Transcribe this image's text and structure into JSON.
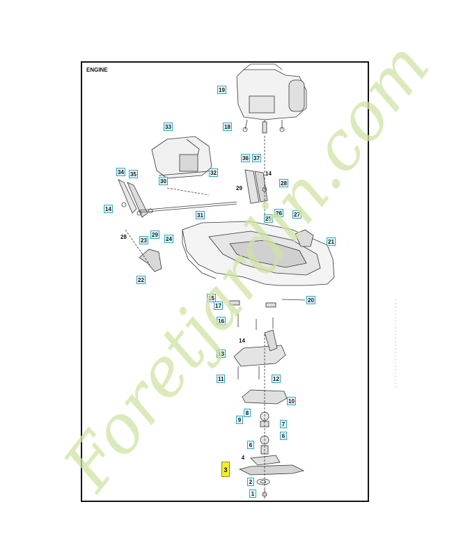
{
  "diagram": {
    "title": "ENGINE",
    "callouts": [
      {
        "id": "c19",
        "label": "19",
        "style": "box"
      },
      {
        "id": "c18",
        "label": "18",
        "style": "box"
      },
      {
        "id": "c33",
        "label": "33",
        "style": "box"
      },
      {
        "id": "c34",
        "label": "34",
        "style": "box"
      },
      {
        "id": "c35",
        "label": "35",
        "style": "box"
      },
      {
        "id": "c30",
        "label": "30",
        "style": "box"
      },
      {
        "id": "c32",
        "label": "32",
        "style": "box"
      },
      {
        "id": "c36",
        "label": "36",
        "style": "box"
      },
      {
        "id": "c37",
        "label": "37",
        "style": "box"
      },
      {
        "id": "c14a",
        "label": "14",
        "style": "plain"
      },
      {
        "id": "c29a",
        "label": "29",
        "style": "plain"
      },
      {
        "id": "c28a",
        "label": "28",
        "style": "box"
      },
      {
        "id": "c14b",
        "label": "14",
        "style": "box"
      },
      {
        "id": "c31",
        "label": "31",
        "style": "box"
      },
      {
        "id": "c26",
        "label": "26",
        "style": "box"
      },
      {
        "id": "c27",
        "label": "27",
        "style": "box"
      },
      {
        "id": "c25",
        "label": "25",
        "style": "box"
      },
      {
        "id": "c29b",
        "label": "29",
        "style": "box"
      },
      {
        "id": "c28b",
        "label": "28",
        "style": "plain"
      },
      {
        "id": "c23",
        "label": "23",
        "style": "box"
      },
      {
        "id": "c24",
        "label": "24",
        "style": "box"
      },
      {
        "id": "c21",
        "label": "21",
        "style": "box"
      },
      {
        "id": "c22",
        "label": "22",
        "style": "box"
      },
      {
        "id": "c15",
        "label": "15",
        "style": "box"
      },
      {
        "id": "c17",
        "label": "17",
        "style": "box"
      },
      {
        "id": "c20",
        "label": "20",
        "style": "box"
      },
      {
        "id": "c16",
        "label": "16",
        "style": "box"
      },
      {
        "id": "c14c",
        "label": "14",
        "style": "plain"
      },
      {
        "id": "c13",
        "label": "13",
        "style": "box"
      },
      {
        "id": "c11",
        "label": "11",
        "style": "box"
      },
      {
        "id": "c12",
        "label": "12",
        "style": "box"
      },
      {
        "id": "c10",
        "label": "10",
        "style": "box"
      },
      {
        "id": "c8",
        "label": "8",
        "style": "box"
      },
      {
        "id": "c9",
        "label": "9",
        "style": "box"
      },
      {
        "id": "c7",
        "label": "7",
        "style": "box"
      },
      {
        "id": "c6a",
        "label": "6",
        "style": "box"
      },
      {
        "id": "c6b",
        "label": "6",
        "style": "box"
      },
      {
        "id": "c4",
        "label": "4",
        "style": "plain"
      },
      {
        "id": "c3",
        "label": "3",
        "style": "highlight"
      },
      {
        "id": "c2",
        "label": "2",
        "style": "box"
      },
      {
        "id": "c1",
        "label": "1",
        "style": "box"
      }
    ]
  },
  "watermark": {
    "text": "Foretjardin.com",
    "colors": {
      "green": "#cfe3a3",
      "gray": "#c9c3b7"
    }
  },
  "colors": {
    "frame": "#111111",
    "callout_border": "#2aa6c6",
    "callout_fill": "#e9f7fb",
    "highlight": "#f3ee2c",
    "line": "#333333"
  }
}
